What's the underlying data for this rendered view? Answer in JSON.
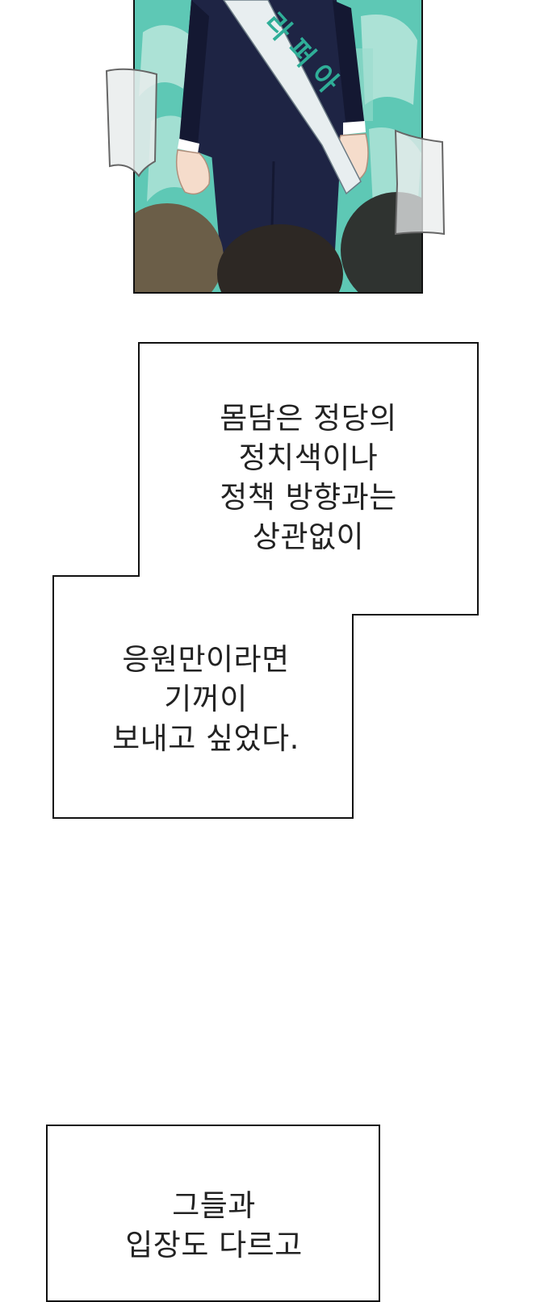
{
  "artwork": {
    "sash_text": "라 퍼 아",
    "colors": {
      "sky": "#5ec8b5",
      "sky_light": "#bfe8de",
      "suit": "#1e2444",
      "suit_shadow": "#141832",
      "shirt": "#ffffff",
      "skin": "#f5dccb",
      "sash": "#e8eef0",
      "sash_text": "#2fae98",
      "hair_left": "#6b5e48",
      "hair_mid": "#2d2824",
      "hair_right": "#2f3330"
    }
  },
  "captions": {
    "box1": {
      "lines": [
        "몸담은 정당의",
        "정치색이나",
        "정책 방향과는",
        "상관없이"
      ]
    },
    "box2": {
      "lines": [
        "응원만이라면",
        "기꺼이",
        "보내고 싶었다."
      ]
    },
    "box3": {
      "lines": [
        "그들과",
        "입장도 다르고"
      ]
    }
  }
}
